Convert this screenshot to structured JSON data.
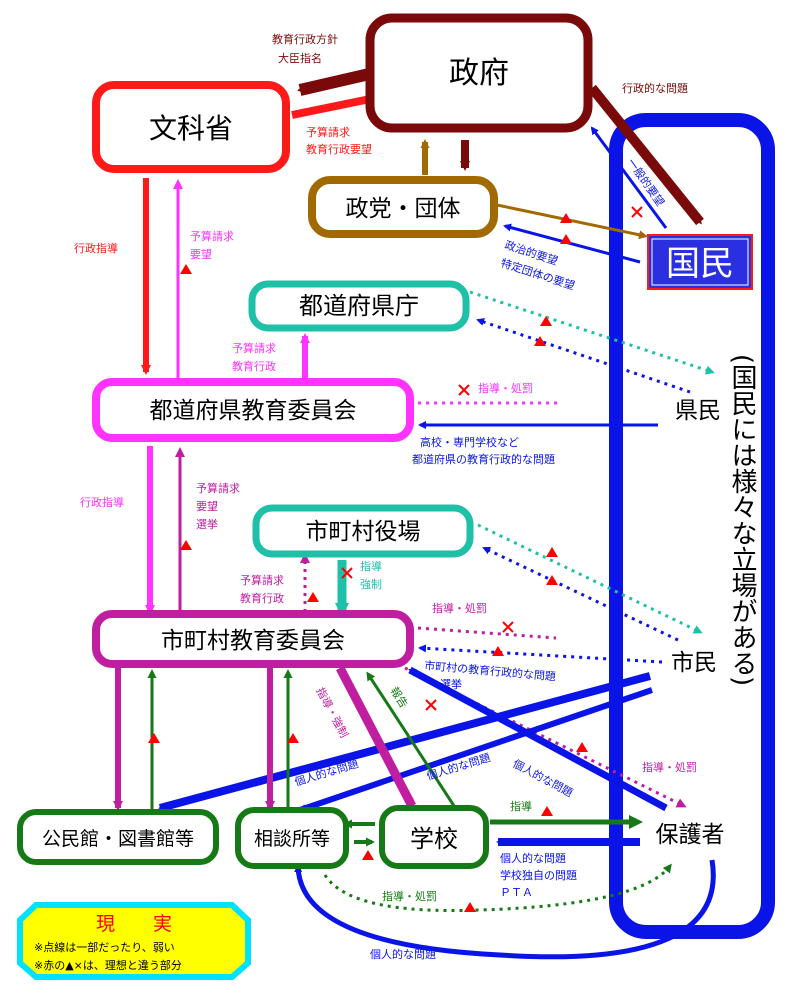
{
  "nodes": {
    "seifu": "政府",
    "monkasho": "文科省",
    "seito": "政党・団体",
    "kokumin": "国民",
    "todofuken_cho": "都道府県庁",
    "todofuken_kyoi": "都道府県教育委員会",
    "shichoson_yakuba": "市町村役場",
    "shichoson_kyoi": "市町村教育委員会",
    "kominkan": "公民館・図書館等",
    "sodanjo": "相談所等",
    "gakko": "学校",
    "hogosha": "保護者",
    "kenmin": "県民",
    "shimin": "市民",
    "kokumin_note": "(国民には様々な立場がある)"
  },
  "labels": {
    "seifu_policy_1": "教育行政方針",
    "seifu_policy_2": "大臣指名",
    "gyosei_mondai": "行政的な問題",
    "yosan_1": "予算請求",
    "yosan_2": "教育行政要望",
    "ippan_yobo": "一般的要望",
    "seiji_yobo": "政治的要望",
    "tokutei_yobo": "特定団体の要望",
    "gyosei_shido_1": "行政指導",
    "yosan_yobo_1": "予算請求",
    "yosan_yobo_2": "要望",
    "yosan_gyosei_1": "予算請求",
    "yosan_gyosei_2": "教育行政",
    "shido_shobatsu": "指導・処罰",
    "koko_1": "高校・専門学校など",
    "koko_2": "都道府県の教育行政的な問題",
    "gyosei_shido_2": "行政指導",
    "yosan_senkyo_1": "予算請求",
    "yosan_senkyo_2": "要望",
    "yosan_senkyo_3": "選挙",
    "shido_kyosei_1": "指導",
    "shido_kyosei_2": "強制",
    "yosan_gyosei_b1": "予算請求",
    "yosan_gyosei_b2": "教育行政",
    "shido_shobatsu_2": "指導・処罰",
    "shicho_mondai_1": "市町村の教育行政的な問題",
    "shicho_mondai_2": "選挙",
    "shido_kyosei_b": "指導・強制",
    "hokoku": "報告",
    "kojin_1": "個人的な問題",
    "kojin_2": "個人的な問題",
    "kojin_3": "個人的な問題",
    "shido_3": "指導",
    "shido_shobatsu_3": "指導・処罰",
    "kojin_list_1": "個人的な問題",
    "kojin_list_2": "学校独自の問題",
    "kojin_list_3": "ＰＴＡ",
    "shido_shobatsu_4": "指導・処罰",
    "kojin_bottom": "個人的な問題"
  },
  "legend": {
    "title": "現　　実",
    "note1": "※点線は一部だったり、弱い",
    "note2": "※赤の▲×は、理想と違う部分"
  },
  "colors": {
    "seifu": "#7a0a0a",
    "monkasho": "#ff1a1a",
    "seito": "#a06a00",
    "teal": "#1fc0a8",
    "magenta": "#ff33ff",
    "purple": "#c01ea0",
    "green": "#157a15",
    "blue": "#0a14e6",
    "red": "#ff0000",
    "legend_bg": "#ffff00",
    "legend_border": "#00e0ff"
  }
}
